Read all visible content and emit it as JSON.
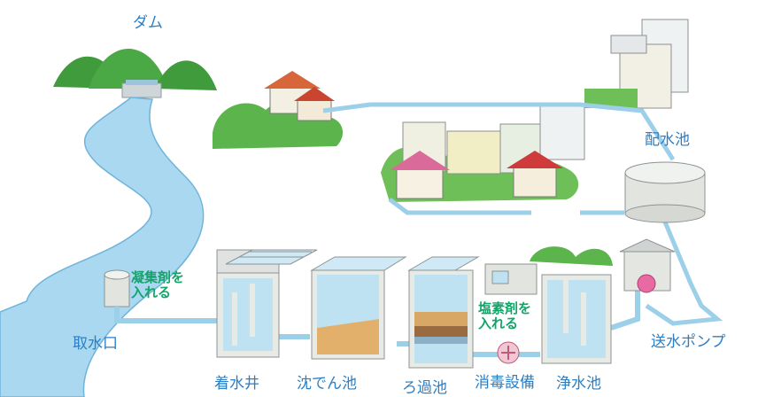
{
  "labels": {
    "dam": "ダム",
    "intake": "取水口",
    "coagulant": "凝集剤を\n入れる",
    "receiving_well": "着水井",
    "sedimentation": "沈でん池",
    "filtration": "ろ過池",
    "chlorine": "塩素剤を\n入れる",
    "disinfection": "消毒設備",
    "clean_water_pond": "浄水池",
    "distribution_reservoir": "配水池",
    "pump": "送水ポンプ"
  },
  "colors": {
    "label_text": "#2b7fc6",
    "note_text": "#14a46a",
    "water": "#a9d8f0",
    "pipe": "#9ccfe8",
    "hill": "#3f9b3c",
    "tank": "#e2e4e0"
  }
}
